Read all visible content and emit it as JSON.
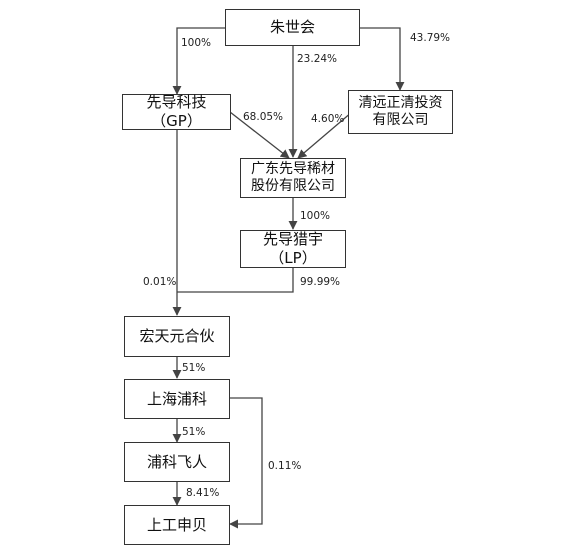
{
  "entities": {
    "zhu_shihui": "朱世会",
    "xiandao_tech": "先导科技（GP）",
    "qingyuan": "清远正清投资\n有限公司",
    "guangdong_xiandao": "广东先导稀材\n股份有限公司",
    "xiandao_lieyu": "先导猎宇（LP）",
    "hongtian": "宏天元合伙",
    "shanghai_puke": "上海浦科",
    "puke_feiren": "浦科飞人",
    "shanggong_shenbei": "上工申贝"
  },
  "relations": {
    "zhu_to_xiandao_tech": "100%",
    "zhu_to_guangdong": "23.24%",
    "zhu_to_qingyuan": "43.79%",
    "xiandao_tech_to_guangdong": "68.05%",
    "qingyuan_to_guangdong": "4.60%",
    "guangdong_to_lieyu": "100%",
    "xiandao_tech_to_hongtian": "0.01%",
    "lieyu_to_hongtian": "99.99%",
    "hongtian_to_shanghai_puke": "51%",
    "shanghai_puke_to_puke_feiren": "51%",
    "puke_feiren_to_shanggong": "8.41%",
    "shanghai_puke_to_shanggong": "0.11%"
  }
}
